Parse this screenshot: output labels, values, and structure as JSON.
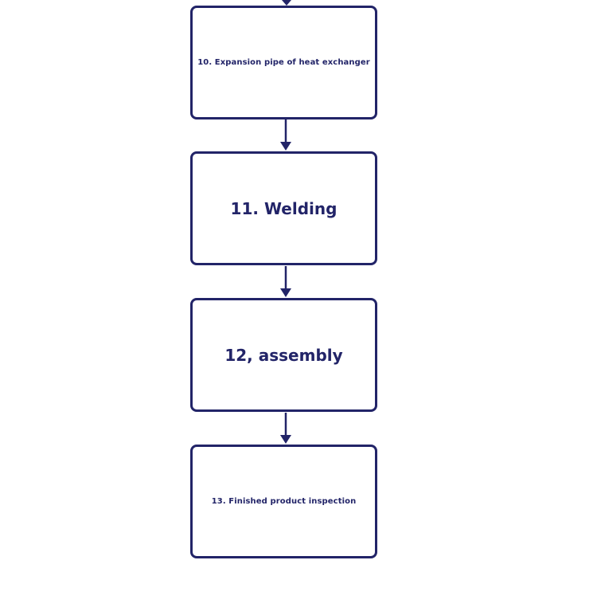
{
  "diagram": {
    "type": "flowchart",
    "direction": "top-to-bottom",
    "colors": {
      "stroke": "#222468",
      "text": "#222468",
      "fill": "#ffffff",
      "background": "#ffffff"
    },
    "steps": [
      {
        "id": "step-10",
        "label": "10. Expansion pipe of heat exchanger"
      },
      {
        "id": "step-11",
        "label": "11. Welding"
      },
      {
        "id": "step-12",
        "label": "12, assembly"
      },
      {
        "id": "step-13",
        "label": "13. Finished product inspection"
      }
    ],
    "edges": [
      {
        "from": "previous-step",
        "to": "step-10"
      },
      {
        "from": "step-10",
        "to": "step-11"
      },
      {
        "from": "step-11",
        "to": "step-12"
      },
      {
        "from": "step-12",
        "to": "step-13"
      }
    ]
  }
}
